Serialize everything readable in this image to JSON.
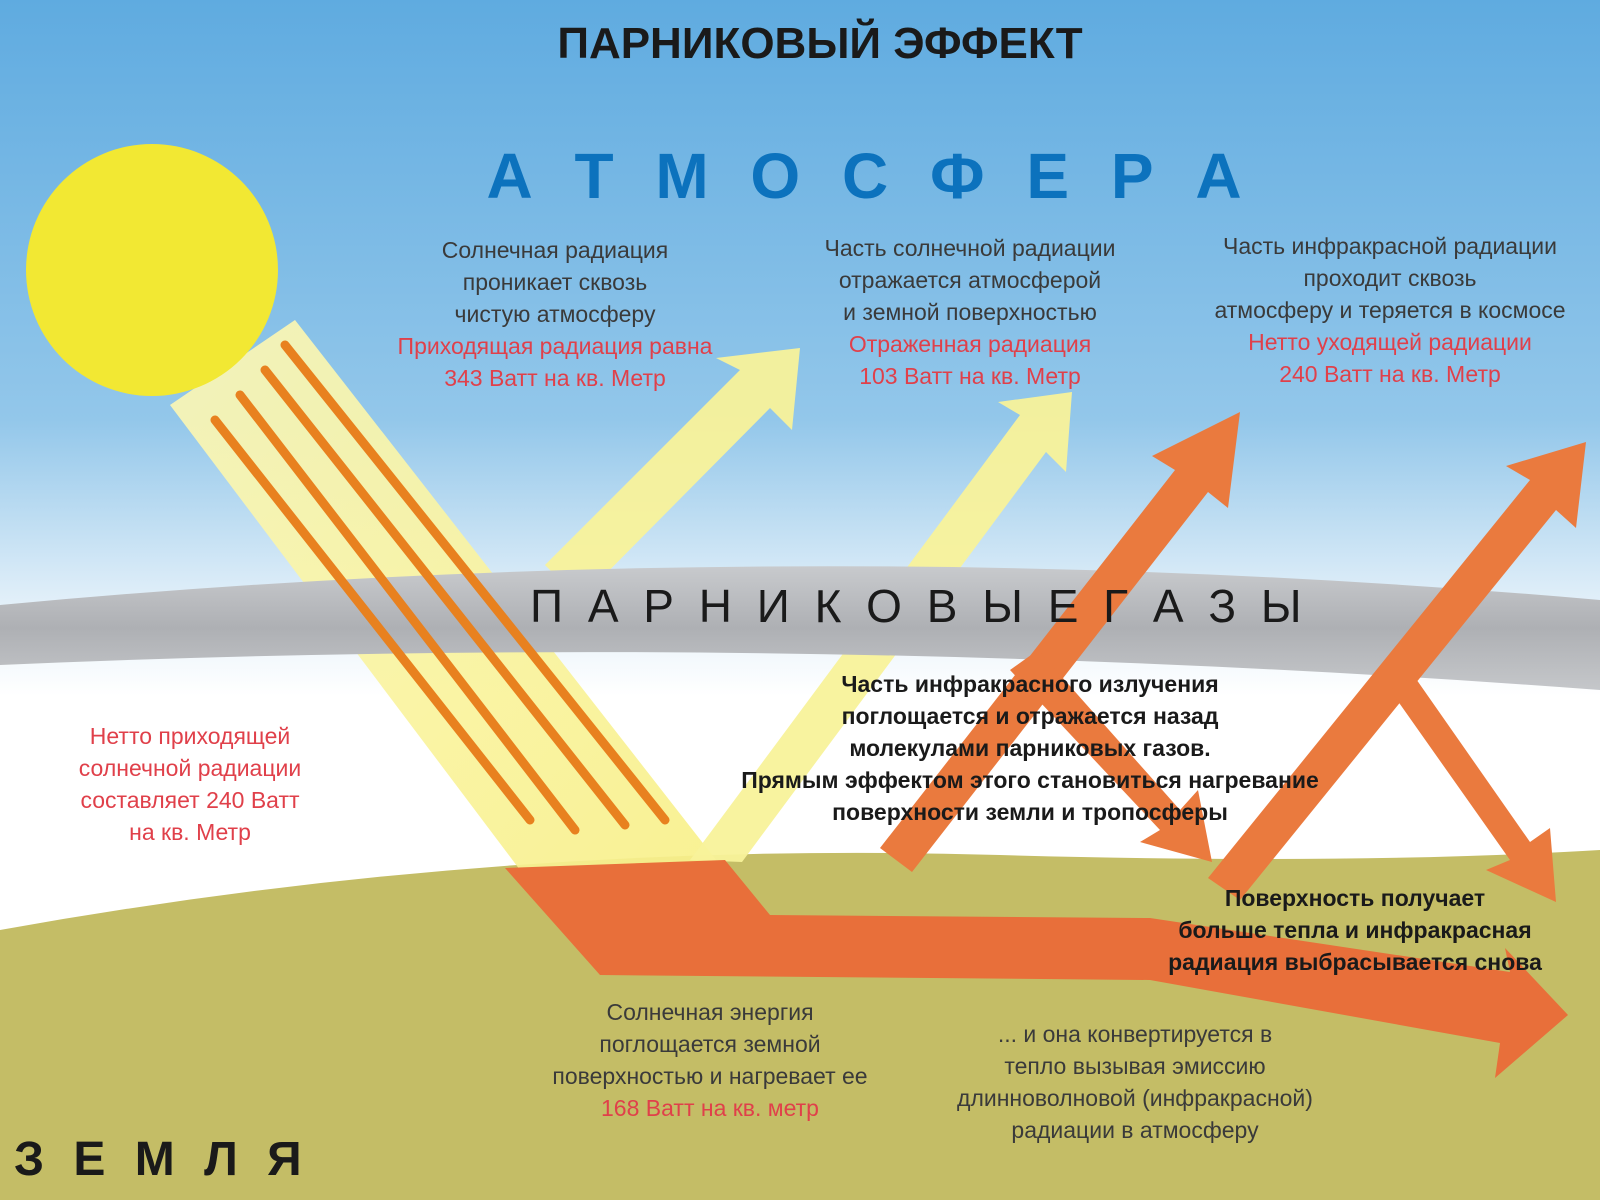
{
  "title": "ПАРНИКОВЫЙ ЭФФЕКТ",
  "labels": {
    "atmosphere": "А Т М О С Ф Е Р А",
    "greenhouse_gases": "П А Р Н И К О В Ы Е   Г А З Ы",
    "earth": "З Е М Л Я"
  },
  "incoming": {
    "lines": [
      "Солнечная радиация",
      "проникает сквозь",
      "чистую атмосферу"
    ],
    "value_lines": [
      "Приходящая радиация равна",
      "343 Ватт на кв. Метр"
    ]
  },
  "reflected": {
    "lines": [
      "Часть солнечной радиации",
      "отражается атмосферой",
      "и земной поверхностью"
    ],
    "value_lines": [
      "Отраженная радиация",
      "103 Ватт на кв. Метр"
    ]
  },
  "outgoing": {
    "lines": [
      "Часть инфракрасной радиации",
      "проходит сквозь",
      "атмосферу и теряется в космосе"
    ],
    "value_lines": [
      "Нетто уходящей радиации",
      "240 Ватт на кв. Метр"
    ]
  },
  "net_incoming": {
    "value_lines": [
      "Нетто приходящей",
      "солнечной радиации",
      "составляет 240 Ватт",
      "на кв. Метр"
    ]
  },
  "absorbed_by_gases": {
    "lines": [
      "Часть инфракрасного излучения",
      "поглощается и отражается назад",
      "молекулами парниковых газов.",
      "Прямым эффектом этого становиться нагревание",
      "поверхности земли и тропосферы"
    ]
  },
  "surface_heat": {
    "lines": [
      "Поверхность получает",
      "больше тепла и инфракрасная",
      "радиация выбрасывается снова"
    ]
  },
  "absorbed_surface": {
    "lines": [
      "Солнечная энергия",
      "поглощается земной",
      "поверхностью и нагревает ее"
    ],
    "value_lines": [
      "168 Ватт на кв. метр"
    ]
  },
  "converted": {
    "lines": [
      "... и она конвертируется в",
      "тепло вызывая эмиссию",
      "длинноволновой (инфракрасной)",
      "радиации  в атмосферу"
    ]
  },
  "colors": {
    "sky_top": "#6db3e3",
    "sky_bottom": "#e6f2fa",
    "sun": "#f2e833",
    "beam": "#fbf49b",
    "infrared": "#ea7a3e",
    "gas_band": "#b5b7bb",
    "ground": "#c4bd66",
    "red_text": "#e0404a",
    "blue_text": "#0c72bd"
  },
  "icons": [
    "sun-icon"
  ]
}
